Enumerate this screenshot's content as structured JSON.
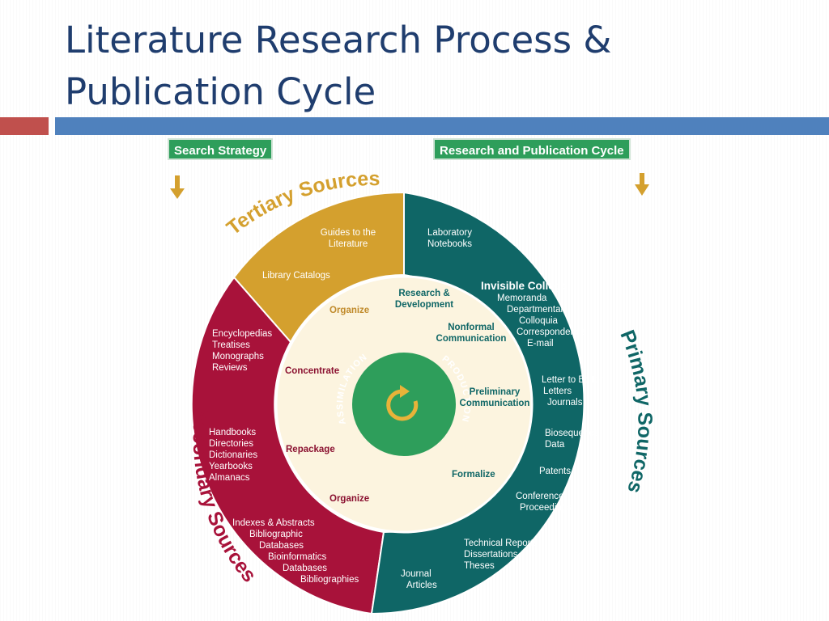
{
  "slide": {
    "title_line1": "Literature Research Process &",
    "title_line2": "Publication Cycle"
  },
  "tags": {
    "left": "Search Strategy",
    "right": "Research and Publication Cycle"
  },
  "ring_titles": {
    "tertiary": "Tertiary Sources",
    "secondary": "Secondary Sources",
    "primary": "Primary Sources"
  },
  "colors": {
    "tertiary": "#d4a02e",
    "secondary": "#a8123a",
    "primary": "#0f6666",
    "inner": "#fcf4df",
    "center": "#2e9e5b",
    "title": "#1f3d6e",
    "bar_red": "#c0504d",
    "bar_blue": "#4f81bd"
  },
  "tertiary_items": {
    "guides": [
      "Guides to the",
      "Literature"
    ],
    "catalogs": "Library Catalogs"
  },
  "secondary_items": {
    "group1": [
      "Encyclopedias",
      "Treatises",
      "Monographs",
      "Reviews"
    ],
    "group2": [
      "Handbooks",
      "Directories",
      "Dictionaries",
      "Yearbooks",
      "Almanacs"
    ],
    "group3": [
      "Indexes & Abstracts",
      "Bibliographic",
      "Databases",
      "Bioinformatics",
      "Databases",
      "Bibliographies"
    ]
  },
  "primary_items": {
    "notebooks": [
      "Laboratory",
      "Notebooks"
    ],
    "invisible_college": "Invisible College",
    "college_items": [
      "Memoranda",
      "Departmental",
      "Colloquia",
      "Correspondence",
      "E-mail"
    ],
    "letters": [
      "Letter to Editor",
      "Letters",
      "Journals"
    ],
    "biosequence": [
      "Biosequence",
      "Data"
    ],
    "patents": "Patents",
    "conference": [
      "Conference",
      "Proceedings"
    ],
    "reports": [
      "Technical Reports",
      "Dissertations",
      "Theses"
    ],
    "journal": [
      "Journal",
      "Articles"
    ]
  },
  "inner_items": {
    "organize_top": "Organize",
    "research_dev": [
      "Research &",
      "Development"
    ],
    "nonformal": [
      "Nonformal",
      "Communication"
    ],
    "concentrate": "Concentrate",
    "preliminary": [
      "Preliminary",
      "Communication"
    ],
    "repackage": "Repackage",
    "formalize": "Formalize",
    "organize_bottom": "Organize"
  },
  "center": {
    "left_word": "ASSIMILATION",
    "right_word": "PRODUCTION",
    "icon": "cycle-arrow-icon"
  },
  "arrows": {
    "left_icon": "arrow-down-left-icon",
    "right_icon": "arrow-down-right-icon"
  }
}
